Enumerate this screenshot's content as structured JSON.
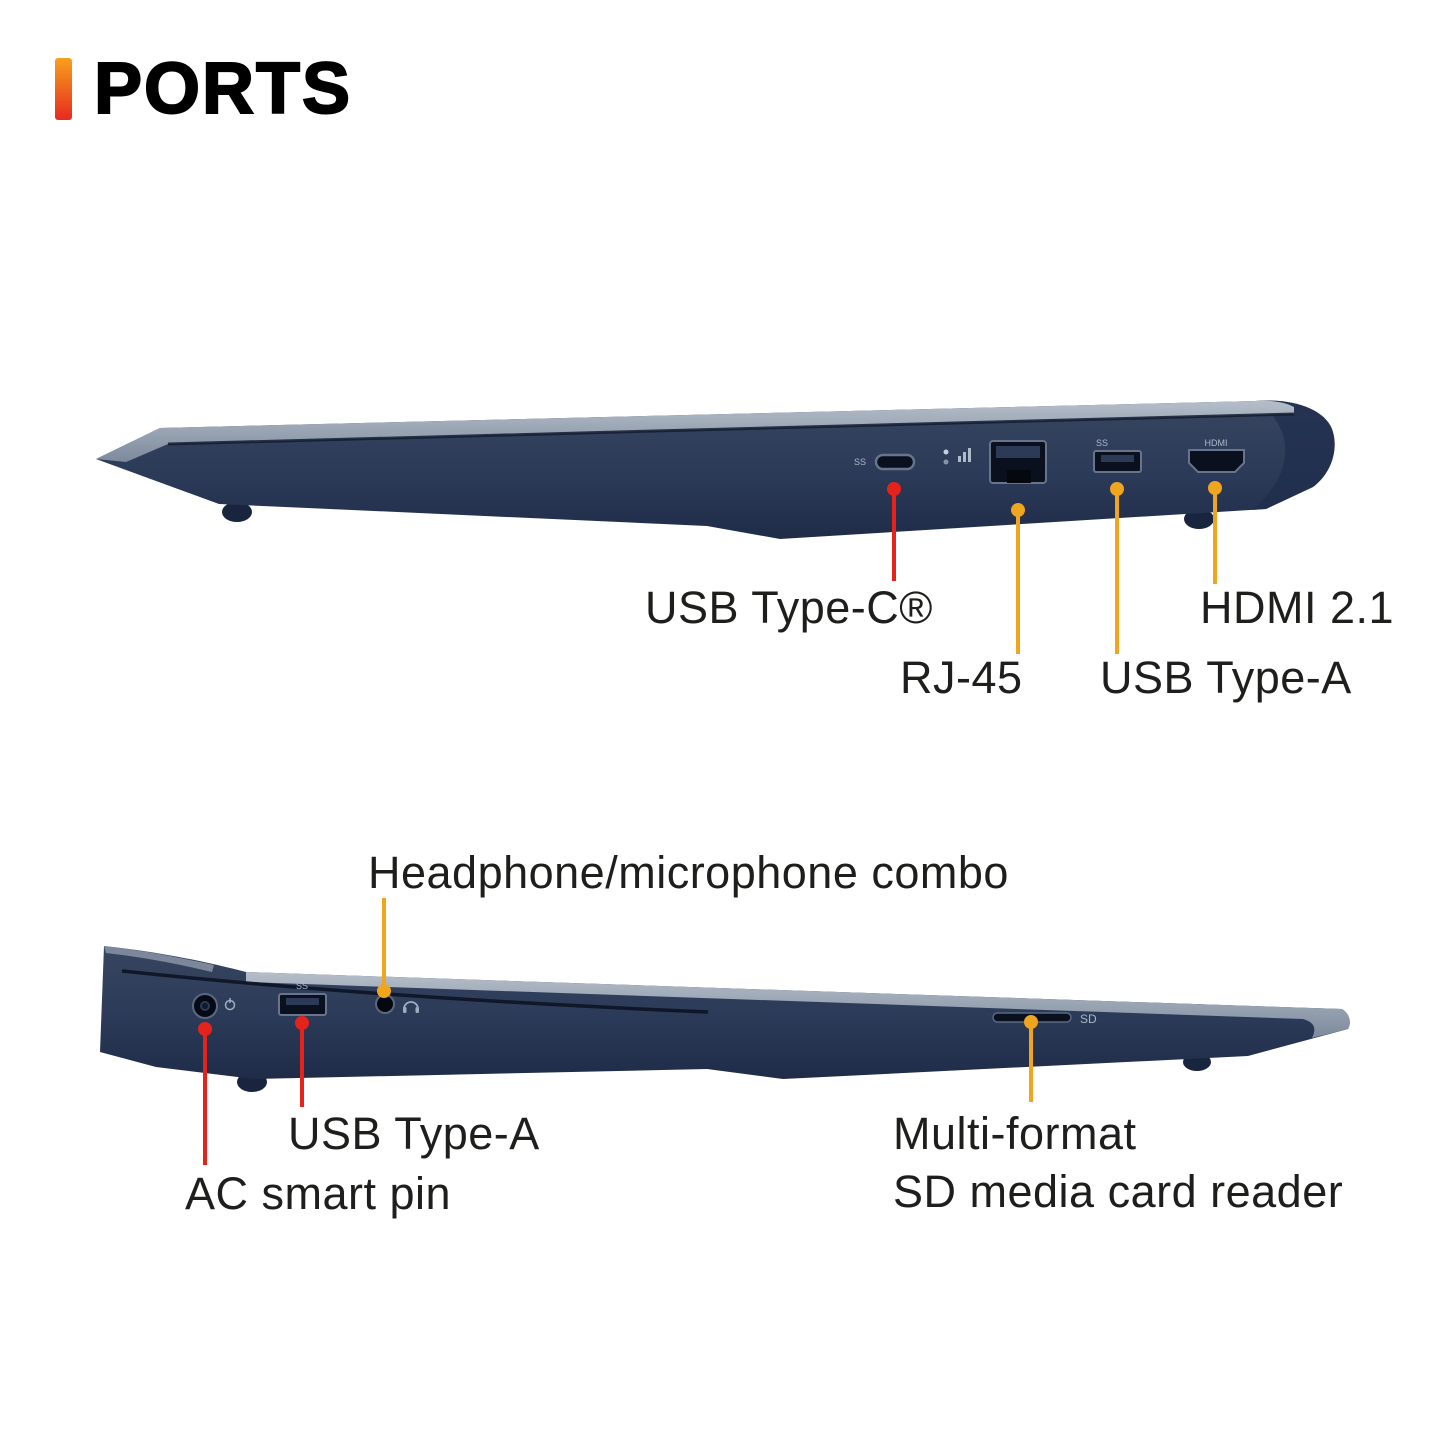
{
  "title": "PORTS",
  "top_view": {
    "name": "right-side-view",
    "labels": {
      "usb_c": "USB Type-C®",
      "rj45": "RJ-45",
      "usb_a": "USB Type-A",
      "hdmi": "HDMI 2.1"
    }
  },
  "bottom_view": {
    "name": "left-side-view",
    "labels": {
      "headphone": "Headphone/microphone combo",
      "usb_a": "USB Type-A",
      "ac_pin": "AC smart pin",
      "sd_line1": "Multi-format",
      "sd_line2": "SD media card reader"
    }
  },
  "markings": {
    "usb_ss": "SS",
    "hdmi": "HDMI",
    "sd": "SD"
  },
  "colors": {
    "callout_red": "#e3231c",
    "callout_orange": "#f0a51f",
    "accent_gradient_top": "#f9a01b",
    "accent_gradient_bottom": "#e62a1f",
    "laptop_body": "#2b3a58",
    "laptop_top_surface": "#96a1b1",
    "background": "#ffffff"
  }
}
